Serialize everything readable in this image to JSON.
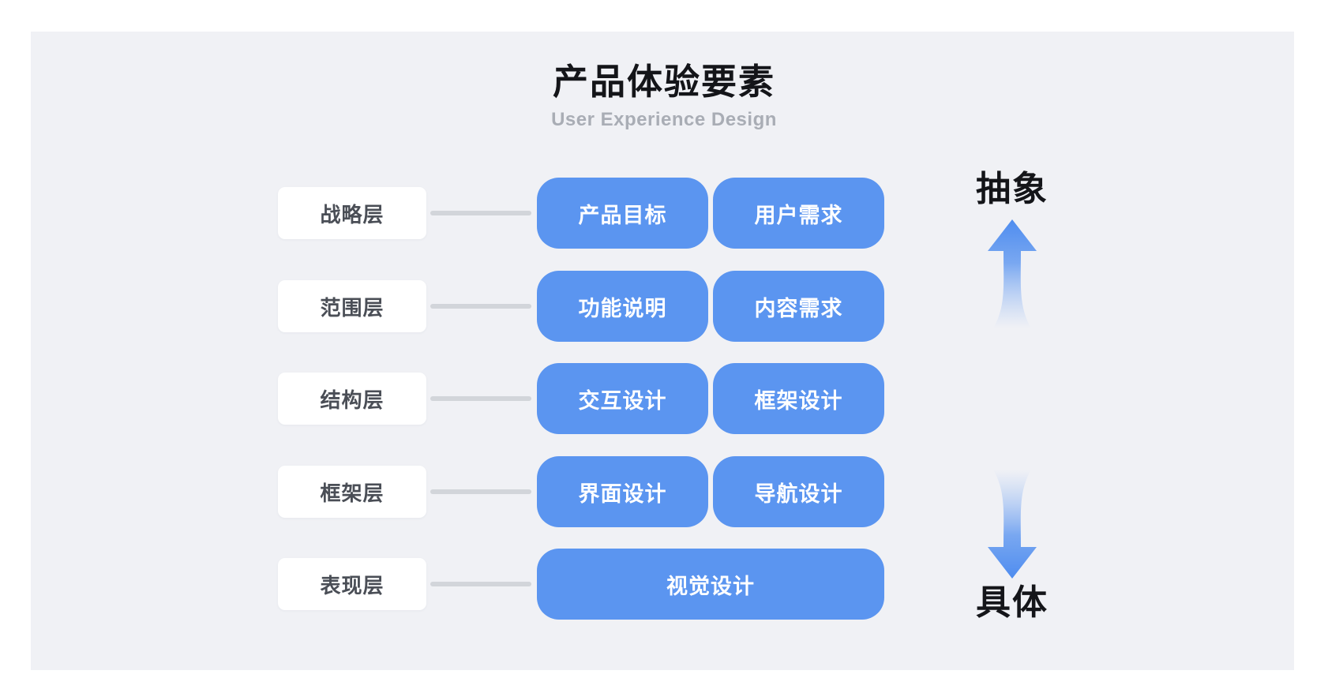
{
  "title": "产品体验要素",
  "subtitle": "User Experience Design",
  "rows": [
    {
      "layer": "战略层",
      "items": [
        "产品目标",
        "用户需求"
      ]
    },
    {
      "layer": "范围层",
      "items": [
        "功能说明",
        "内容需求"
      ]
    },
    {
      "layer": "结构层",
      "items": [
        "交互设计",
        "框架设计"
      ]
    },
    {
      "layer": "框架层",
      "items": [
        "界面设计",
        "导航设计"
      ]
    },
    {
      "layer": "表现层",
      "items": [
        "视觉设计"
      ]
    }
  ],
  "axis": {
    "top_label": "抽象",
    "bottom_label": "具体",
    "up_icon": "arrow-up-icon",
    "down_icon": "arrow-down-icon"
  },
  "colors": {
    "page_bg": "#FFFFFF",
    "panel_bg": "#F0F1F5",
    "box_blue": "#5B95F0",
    "box_white": "#FFFFFF",
    "blue_text": "#FFFFFF",
    "label_text": "#4A4E56",
    "connector": "#D2D5DA",
    "title_text": "#141519",
    "subtitle_text": "#A9ADB5",
    "arrow_head": "#4E8CEF",
    "arrow_fade": "#8FB6F4"
  }
}
